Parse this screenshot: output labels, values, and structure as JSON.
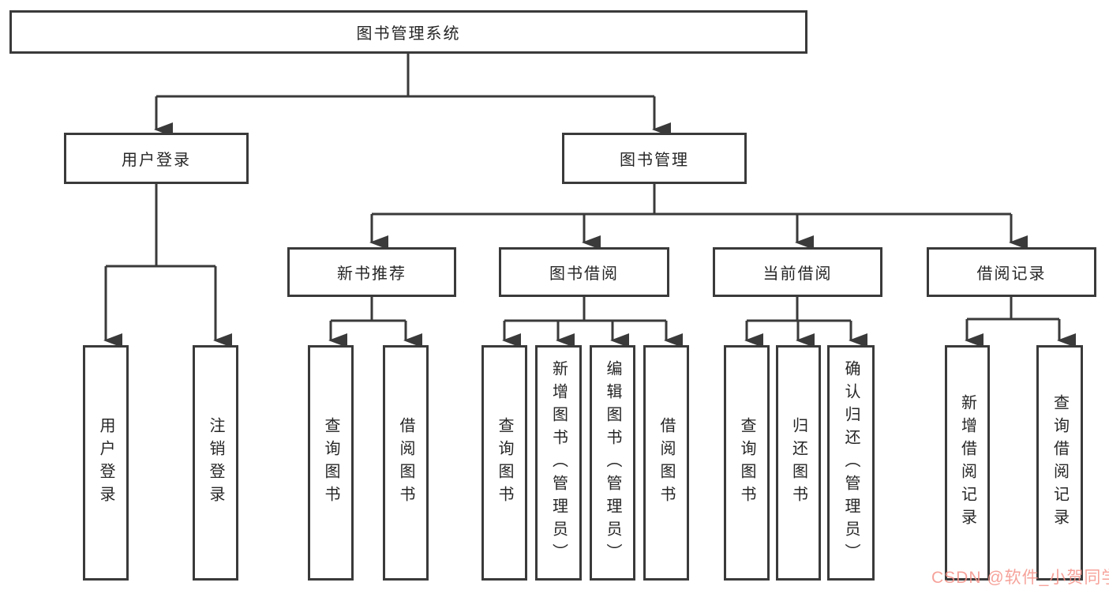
{
  "diagram": {
    "type": "hierarchy-tree",
    "colors": {
      "line": "#3a3a3a",
      "box_border": "#3a3a3a",
      "box_fill": "#ffffff",
      "text": "#262626",
      "watermark": "#f49288",
      "background": "#ffffff"
    },
    "nodes": {
      "root": {
        "label": "图书管理系统"
      },
      "user_login": {
        "label": "用户登录"
      },
      "book_mgmt": {
        "label": "图书管理"
      },
      "user_login_leaf": {
        "label": "用户登录"
      },
      "logout_leaf": {
        "label": "注销登录"
      },
      "new_book_rec": {
        "label": "新书推荐"
      },
      "book_borrow": {
        "label": "图书借阅"
      },
      "current_borrow": {
        "label": "当前借阅"
      },
      "borrow_records": {
        "label": "借阅记录"
      },
      "nbr_query": {
        "label": "查询图书"
      },
      "nbr_borrow": {
        "label": "借阅图书"
      },
      "bb_query": {
        "label": "查询图书"
      },
      "bb_add": {
        "label": "新增图书（管理员）"
      },
      "bb_edit": {
        "label": "编辑图书（管理员）"
      },
      "bb_borrow": {
        "label": "借阅图书"
      },
      "cb_query": {
        "label": "查询图书"
      },
      "cb_return": {
        "label": "归还图书"
      },
      "cb_confirm": {
        "label": "确认归还（管理员）"
      },
      "br_add": {
        "label": "新增借阅记录"
      },
      "br_query": {
        "label": "查询借阅记录"
      }
    },
    "hierarchy": {
      "root": [
        "user_login",
        "book_mgmt"
      ],
      "user_login": [
        "user_login_leaf",
        "logout_leaf"
      ],
      "book_mgmt": [
        "new_book_rec",
        "book_borrow",
        "current_borrow",
        "borrow_records"
      ],
      "new_book_rec": [
        "nbr_query",
        "nbr_borrow"
      ],
      "book_borrow": [
        "bb_query",
        "bb_add",
        "bb_edit",
        "bb_borrow"
      ],
      "current_borrow": [
        "cb_query",
        "cb_return",
        "cb_confirm"
      ],
      "borrow_records": [
        "br_add",
        "br_query"
      ]
    },
    "watermark": "CSDN @软件_小贺同学"
  }
}
